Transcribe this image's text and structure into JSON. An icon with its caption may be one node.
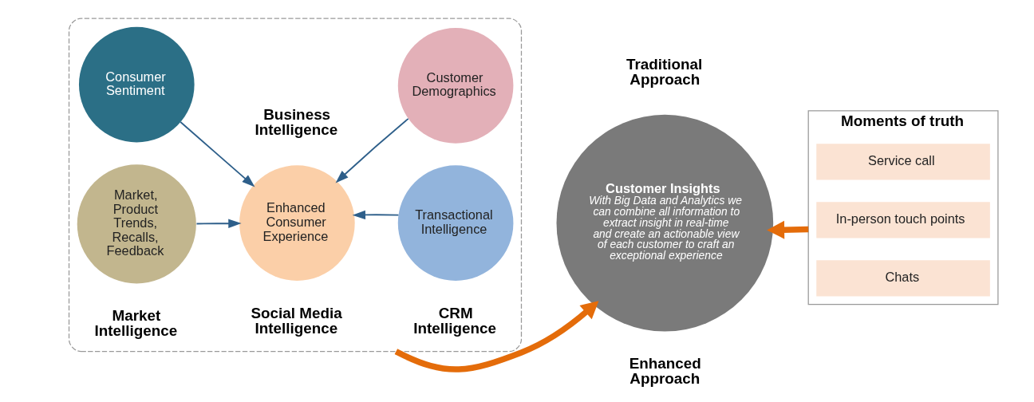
{
  "diagram": {
    "nodes": [
      {
        "text": [],
        "shape": "box"
      },
      {
        "text": [
          "Market, Product Trends, Recalls, Feedback"
        ],
        "in": 0
      },
      {
        "text": [
          "Transactional Intelligence"
        ],
        "in": 0
      },
      {
        "text": [
          "Enhanced Consumer Experience"
        ],
        "in": 0
      },
      {
        "text": [
          "Consumer Sentiment"
        ],
        "in": 0
      },
      {
        "text": [
          "Customer Demographics"
        ],
        "in": 0
      },
      {
        "text": [
          "Customer Insights",
          "With Big Data and Analytics we can combine all information to extract insight in real-time and create an actionable view of each customer to craft an exceptional experience"
        ]
      },
      {
        "text": [
          "Moments of truth"
        ]
      },
      {
        "text": [
          "Service call"
        ],
        "in": 7
      },
      {
        "text": [
          "In-person touch points"
        ],
        "in": 7
      },
      {
        "text": [
          "Chats"
        ],
        "in": 7
      }
    ],
    "edges": [
      {
        "from": 1,
        "to": 3,
        "arrow": "to"
      },
      {
        "from": 2,
        "to": 3,
        "arrow": "to"
      },
      {
        "from": 4,
        "to": 3,
        "arrow": "to"
      },
      {
        "from": 5,
        "to": 3,
        "arrow": "to"
      },
      {
        "from": 0,
        "to": 6,
        "arrow": "to",
        "style": "thick",
        "color": "#e46c0a"
      },
      {
        "from": 7,
        "to": 6,
        "arrow": "to",
        "style": "thick",
        "color": "#e46c0a"
      }
    ],
    "labels": [
      "Business Intelligence",
      "Market Intelligence",
      "CRM Intelligence",
      "Social Media Intelligence",
      "Traditional Approach",
      "Enhanced Approach"
    ]
  }
}
